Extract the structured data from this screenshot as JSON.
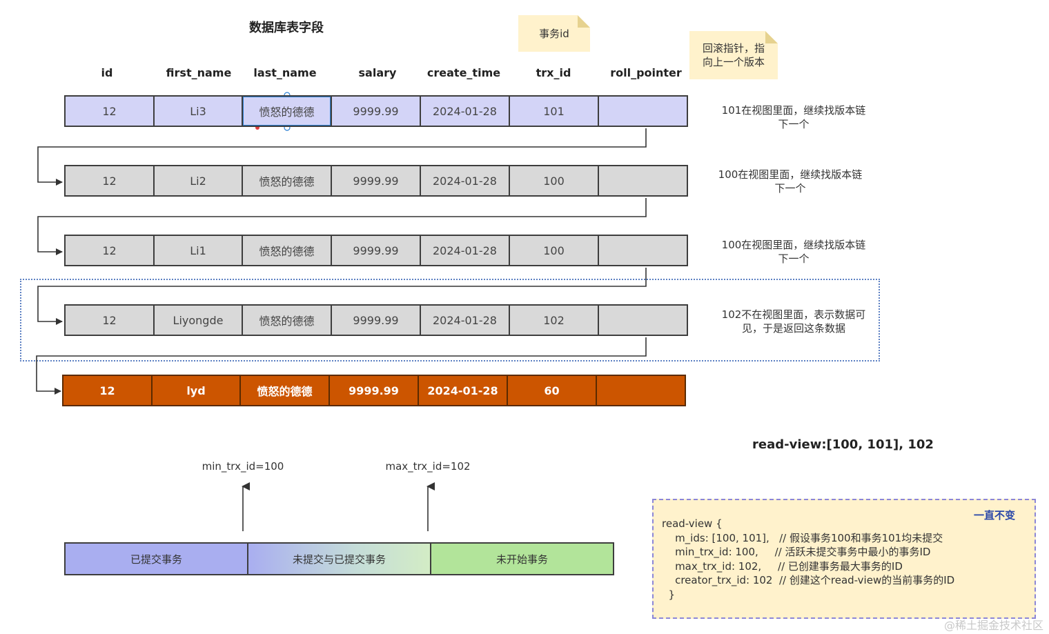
{
  "title": "数据库表字段",
  "notes": {
    "trx_id_note": "事务id",
    "roll_pointer_note_line1": "回滚指针，指",
    "roll_pointer_note_line2": "向上一个版本"
  },
  "columns": [
    "id",
    "first_name",
    "last_name",
    "salary",
    "create_time",
    "trx_id",
    "roll_pointer"
  ],
  "rows": [
    {
      "style": "blue",
      "cells": [
        "12",
        "Li3",
        "愤怒的德德",
        "9999.99",
        "2024-01-28",
        "101",
        ""
      ]
    },
    {
      "style": "gray",
      "cells": [
        "12",
        "Li2",
        "愤怒的德德",
        "9999.99",
        "2024-01-28",
        "100",
        ""
      ]
    },
    {
      "style": "gray",
      "cells": [
        "12",
        "Li1",
        "愤怒的德德",
        "9999.99",
        "2024-01-28",
        "100",
        ""
      ]
    },
    {
      "style": "gray",
      "cells": [
        "12",
        "Liyongde",
        "愤怒的德德",
        "9999.99",
        "2024-01-28",
        "102",
        ""
      ]
    },
    {
      "style": "orange",
      "cells": [
        "12",
        "lyd",
        "愤怒的德德",
        "9999.99",
        "2024-01-28",
        "60",
        ""
      ]
    }
  ],
  "side_notes": [
    {
      "line1": "101在视图里面，继续找版本链",
      "line2": "下一个"
    },
    {
      "line1": "100在视图里面，继续找版本链",
      "line2": "下一个"
    },
    {
      "line1": "100在视图里面，继续找版本链",
      "line2": "下一个"
    },
    {
      "line1": "102不在视图里面，表示数据可",
      "line2": "见，于是返回这条数据"
    }
  ],
  "read_view_title": "read-view:[100, 101], 102",
  "min_label": "min_trx_id=100",
  "max_label": "max_trx_id=102",
  "bars": {
    "committed": "已提交事务",
    "mixed": "未提交与已提交事务",
    "not_started": "未开始事务"
  },
  "code": {
    "unchanged": "一直不变",
    "lines": [
      "read-view {",
      "    m_ids: [100, 101],   // 假设事务100和事务101均未提交",
      "    min_trx_id: 100,     // 活跃未提交事务中最小的事务ID",
      "    max_trx_id: 102,     // 已创建事务最大事务的ID",
      "    creator_trx_id: 102  // 创建这个read-view的当前事务的ID",
      "  }"
    ]
  },
  "watermark": "@稀土掘金技术社区",
  "colors": {
    "current_row": "#d3d4f7",
    "history_row": "#d9d9d9",
    "result_row": "#cc5500",
    "bar_committed": "#a9aef0",
    "bar_not_started": "#b2e49a",
    "note": "#fff2cc"
  }
}
